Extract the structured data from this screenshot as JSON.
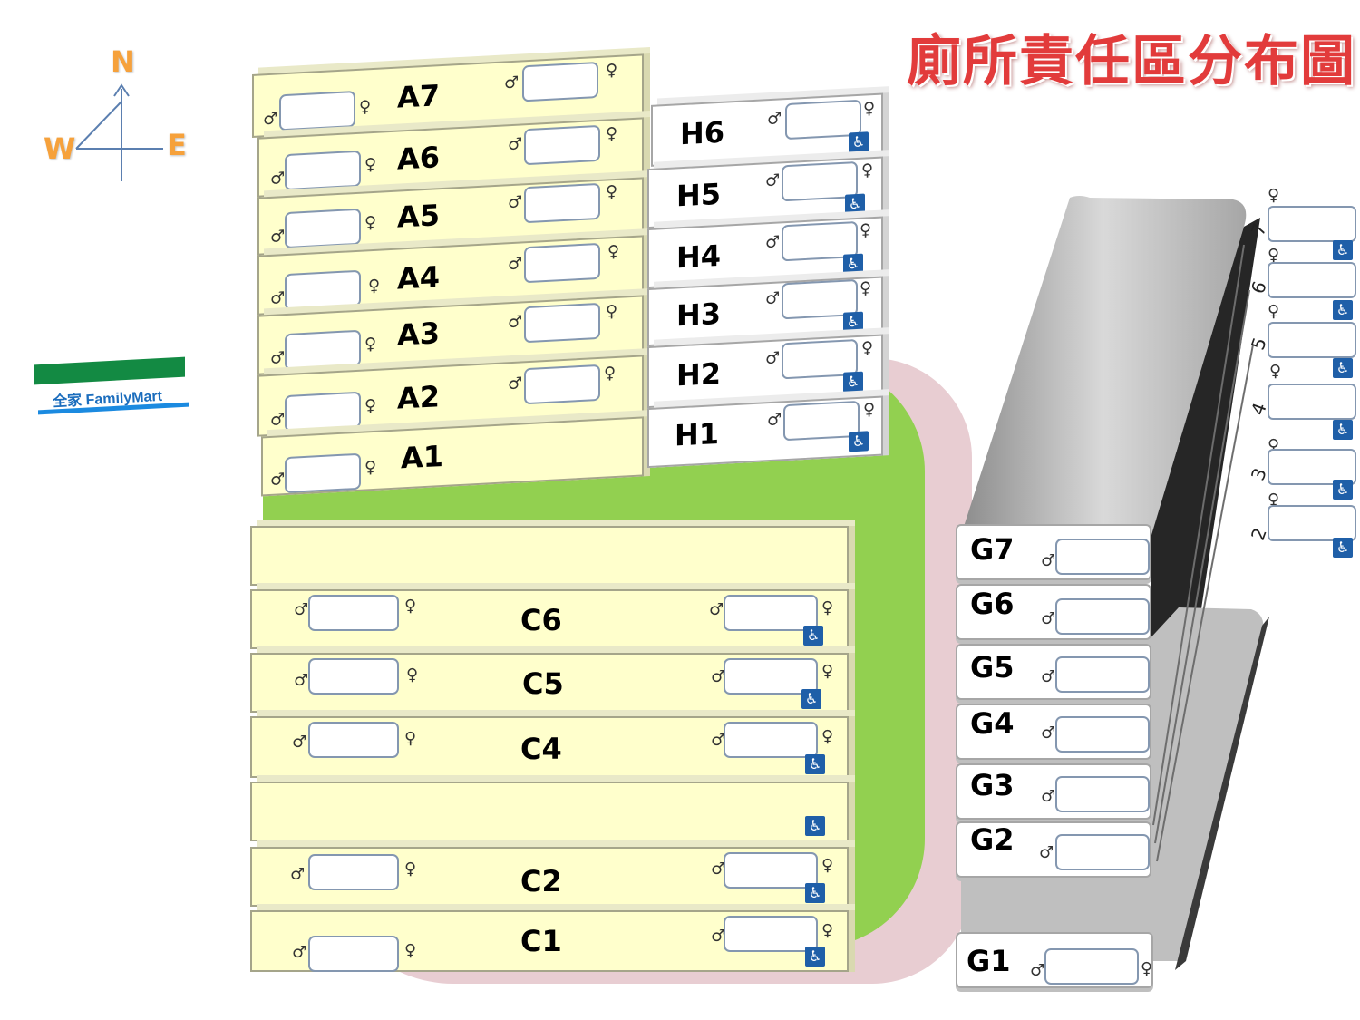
{
  "title": "廁所責任區分布圖",
  "compass": {
    "north": "N",
    "south": "",
    "east": "E",
    "west": "W"
  },
  "logo": {
    "text": "全家 FamilyMart",
    "colors": {
      "green": "#138a43",
      "blue": "#1b6dbd"
    }
  },
  "symbols": {
    "male": "♂",
    "female": "♀",
    "accessible": "♿"
  },
  "colors": {
    "building_A_C": "#ffffcc",
    "building_H_G": "#ffffff",
    "lawn": "#92d050",
    "track": "#e8cdd2",
    "title": "#e23b3b",
    "compass_letters": "#f6a13b"
  },
  "buildings": {
    "A": [
      "A7",
      "A6",
      "A5",
      "A4",
      "A3",
      "A2",
      "A1"
    ],
    "H": [
      "H6",
      "H5",
      "H4",
      "H3",
      "H2",
      "H1"
    ],
    "C": [
      "C6",
      "C5",
      "C4",
      "C2",
      "C1"
    ],
    "G": [
      "G7",
      "G6",
      "G5",
      "G4",
      "G3",
      "G2",
      "G1"
    ],
    "G_side_floors": [
      "7",
      "6",
      "5",
      "4",
      "3",
      "2"
    ]
  }
}
